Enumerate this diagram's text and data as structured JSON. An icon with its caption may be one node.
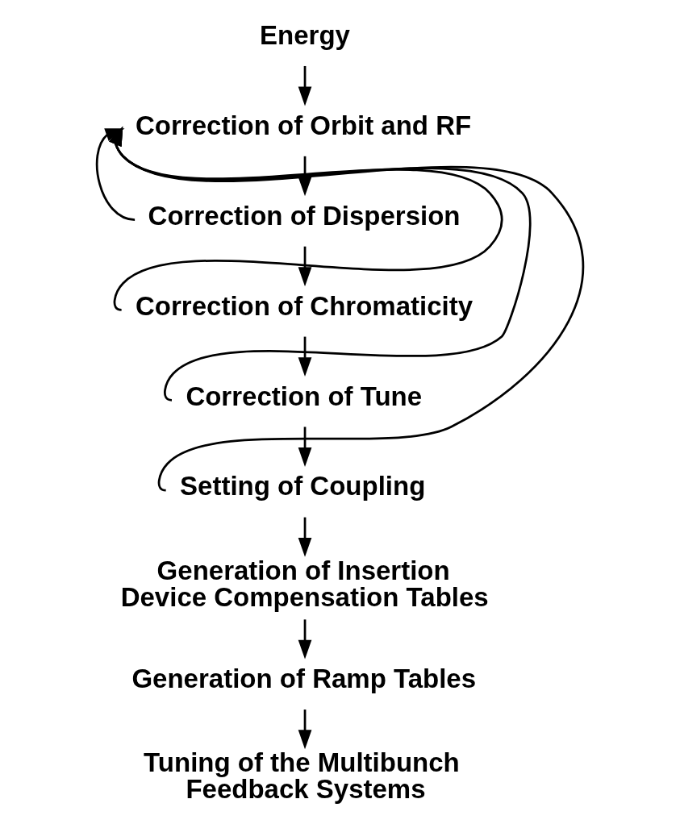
{
  "diagram": {
    "nodes": [
      {
        "text": [
          "Energy"
        ]
      },
      {
        "text": [
          "Correction of Orbit and RF"
        ]
      },
      {
        "text": [
          "Correction of Dispersion"
        ]
      },
      {
        "text": [
          "Correction of Chromaticity"
        ]
      },
      {
        "text": [
          "Correction of Tune"
        ]
      },
      {
        "text": [
          "Setting of Coupling"
        ]
      },
      {
        "text": [
          "Generation of Insertion Device Compensation Tables"
        ]
      },
      {
        "text": [
          "Generation of Ramp Tables"
        ]
      },
      {
        "text": [
          "Tuning of the Multibunch Feedback Systems"
        ]
      }
    ],
    "edges": [
      {
        "from": 0,
        "to": 1,
        "arrow": "to"
      },
      {
        "from": 1,
        "to": 2,
        "arrow": "to"
      },
      {
        "from": 2,
        "to": 3,
        "arrow": "to"
      },
      {
        "from": 3,
        "to": 4,
        "arrow": "to"
      },
      {
        "from": 4,
        "to": 5,
        "arrow": "to"
      },
      {
        "from": 5,
        "to": 6,
        "arrow": "to"
      },
      {
        "from": 6,
        "to": 7,
        "arrow": "to"
      },
      {
        "from": 7,
        "to": 8,
        "arrow": "to"
      },
      {
        "from": 2,
        "to": 1,
        "arrow": "to"
      },
      {
        "from": 3,
        "to": 1,
        "arrow": "to"
      },
      {
        "from": 4,
        "to": 1,
        "arrow": "to"
      },
      {
        "from": 5,
        "to": 1,
        "arrow": "to"
      }
    ]
  }
}
